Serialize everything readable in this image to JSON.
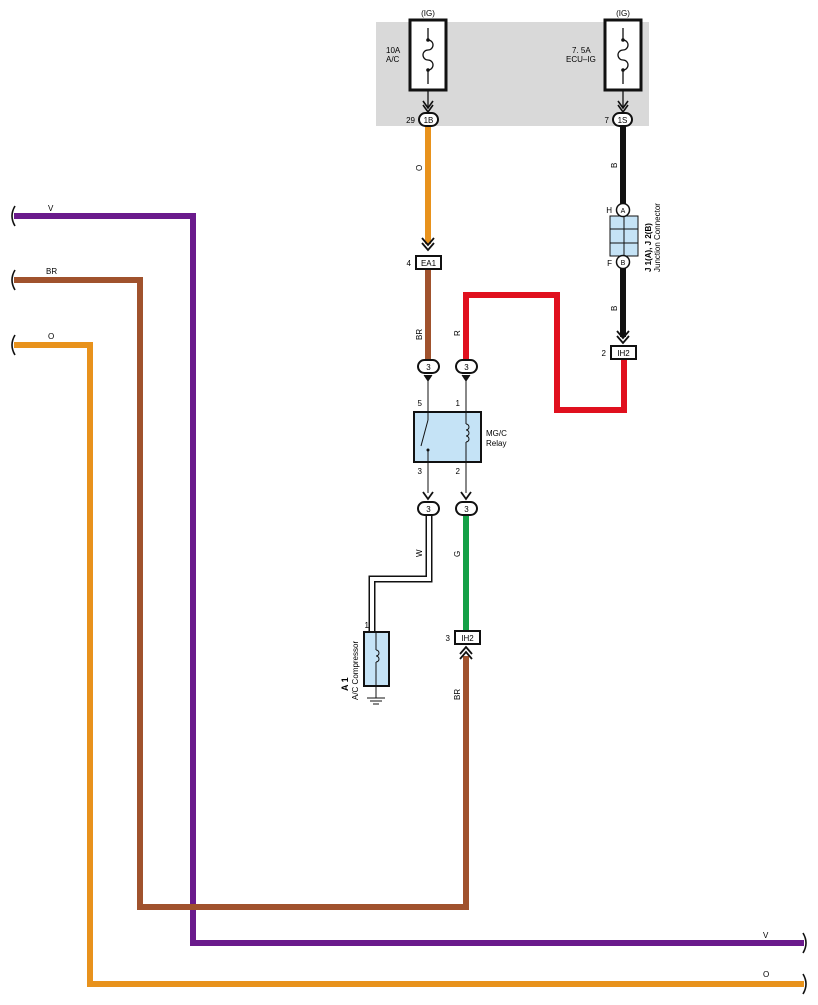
{
  "fuse_box": {
    "fuse1": {
      "supply": "(IG)",
      "rating": "10A",
      "name": "A/C",
      "pin": "29",
      "connector": "1B"
    },
    "fuse2": {
      "supply": "(IG)",
      "rating": "7. 5A",
      "name": "ECU–IG",
      "pin": "7",
      "connector": "1S"
    }
  },
  "wires": {
    "left_v": "V",
    "left_br": "BR",
    "left_o": "O",
    "right_v": "V",
    "right_o": "O",
    "fuse1_out": "O",
    "ea1_out": "BR",
    "fuse2_out": "B",
    "jc_out": "B",
    "relay_r": "R",
    "relay_w": "W",
    "relay_g": "G",
    "ih2_br": "BR"
  },
  "connectors": {
    "ea1": {
      "pin": "4",
      "name": "EA1"
    },
    "ih2_top": {
      "pin": "2",
      "name": "IH2"
    },
    "ih2_bottom": {
      "pin": "3",
      "name": "IH2"
    },
    "relay_pins": {
      "p3a": "3",
      "p3b": "3",
      "p3c": "3",
      "p3d": "3"
    }
  },
  "junction_connector": {
    "pin_h": "H",
    "pin_a": "A",
    "pin_f": "F",
    "pin_b": "B",
    "code": "J 1(A), J 2(B)",
    "name": "Junction Connector"
  },
  "relay": {
    "name": "MG/C",
    "sub": "Relay",
    "pin5": "5",
    "pin1": "1",
    "pin3": "3",
    "pin2": "2"
  },
  "compressor": {
    "code": "A 1",
    "name": "A/C Compressor",
    "pin": "1"
  },
  "colors": {
    "violet": "#6a1a8c",
    "brown": "#a0522d",
    "orange": "#e8921c",
    "black": "#111111",
    "red": "#e0101e",
    "green": "#14a046",
    "white_wire": "#ffffff",
    "fuse_box_bg": "#d9d9d9",
    "component_fill": "#c5e3f6"
  }
}
